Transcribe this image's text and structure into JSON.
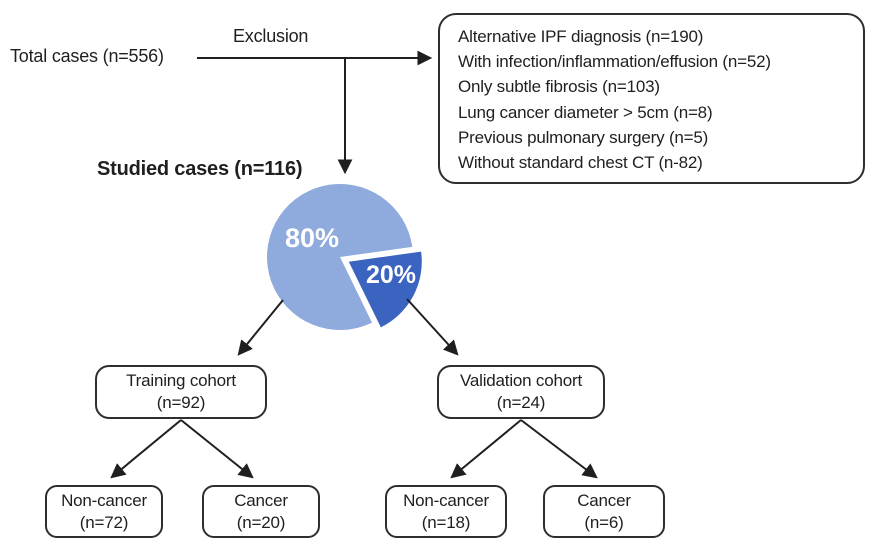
{
  "colors": {
    "pie_light": "#8FAADC",
    "pie_dark": "#3B63C0",
    "pie_label_text": "#FFFFFF",
    "line": "#1f1f1f",
    "box_border": "#2e2e2e"
  },
  "diagram": {
    "total_cases": "Total cases (n=556)",
    "exclusion": {
      "label": "Exclusion",
      "items": [
        "Alternative IPF diagnosis (n=190)",
        "With infection/inflammation/effusion (n=52)",
        "Only subtle fibrosis (n=103)",
        "Lung cancer diameter > 5cm (n=8)",
        "Previous pulmonary surgery (n=5)",
        "Without standard chest CT (n-82)"
      ]
    },
    "studied_cases": "Studied cases (n=116)",
    "pie": {
      "type": "pie",
      "slices": [
        {
          "label": "80%",
          "value": 80
        },
        {
          "label": "20%",
          "value": 20
        }
      ]
    },
    "training": {
      "name": "Training cohort",
      "n": "(n=92)"
    },
    "validation": {
      "name": "Validation cohort",
      "n": "(n=24)"
    },
    "training_non_cancer": {
      "name": "Non-cancer",
      "n": "(n=72)"
    },
    "training_cancer": {
      "name": "Cancer",
      "n": "(n=20)"
    },
    "validation_non_cancer": {
      "name": "Non-cancer",
      "n": "(n=18)"
    },
    "validation_cancer": {
      "name": "Cancer",
      "n": "(n=6)"
    }
  }
}
